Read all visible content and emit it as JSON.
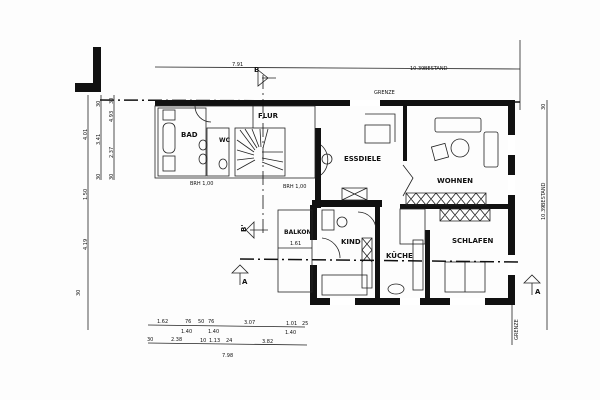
{
  "rooms": {
    "bad": "BAD",
    "wc": "WC",
    "flur": "FLUR",
    "essdiele": "ESSDIELE",
    "wohnen": "WOHNEN",
    "kind": "KIND",
    "kueche": "KÜCHE",
    "schlafen": "SCHLAFEN",
    "balkon": "BALKON",
    "balkon_size": "1.61"
  },
  "annotations": {
    "brh_left": "BRH 1,00",
    "brh_right": "BRH 1,00",
    "grenze_top": "GRENZE",
    "grenze_right": "GRENZE",
    "top_dim_1": "7.91",
    "top_dim_2": "10.39",
    "top_dim_2_note": "BESTAND",
    "right_dim": "10.39",
    "right_dim_note": "BESTAND",
    "right_dim_top": "30"
  },
  "section_markers": {
    "b_top": "B",
    "b_left": "B'",
    "a_left": "A",
    "a_right": "A"
  },
  "left_dims": {
    "outer": [
      "4.01",
      "1.50",
      "4.19",
      "30"
    ],
    "middle": [
      "30",
      "3.41",
      "30"
    ],
    "inner": [
      "30",
      "4.93",
      "2.37",
      "30"
    ]
  },
  "bottom_dims": {
    "row1": [
      "1.62",
      "76",
      "50",
      "76",
      "3.07",
      "1.01",
      "25"
    ],
    "row1_sub": [
      "1.40",
      "1.40",
      "1.40"
    ],
    "row2": [
      "30",
      "2.38",
      "10",
      "1.13",
      "24",
      "3.82"
    ],
    "total": "7.98"
  }
}
